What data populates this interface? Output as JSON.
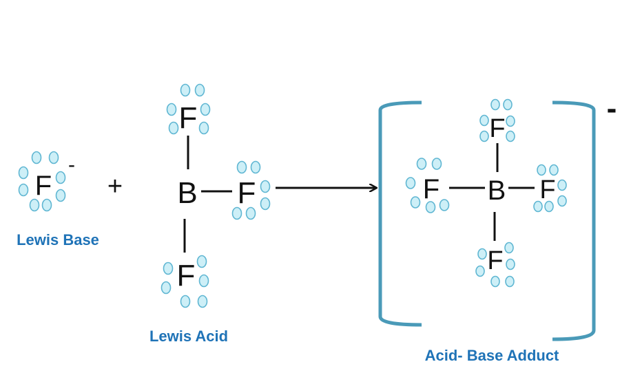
{
  "colors": {
    "caption": "#1f73b7",
    "bracket": "#4a9ab8",
    "electron_fill": "#cdeff7",
    "electron_stroke": "#5fb6d2",
    "ink": "#111111"
  },
  "lewis_base": {
    "atom": "F",
    "charge": "-",
    "caption": "Lewis Base"
  },
  "plus_sign": "+",
  "lewis_acid": {
    "center": "B",
    "fluorine_top": "F",
    "fluorine_right": "F",
    "fluorine_bottom": "F",
    "caption": "Lewis Acid"
  },
  "adduct": {
    "center": "B",
    "fluorine_top": "F",
    "fluorine_left": "F",
    "fluorine_right": "F",
    "fluorine_bottom": "F",
    "charge": "-",
    "caption": "Acid- Base Adduct"
  },
  "icons": {
    "reaction_arrow": "arrow-right-icon",
    "bracket_left": "left-bracket-icon",
    "bracket_right": "right-bracket-icon",
    "electron": "electron-dot-icon"
  }
}
